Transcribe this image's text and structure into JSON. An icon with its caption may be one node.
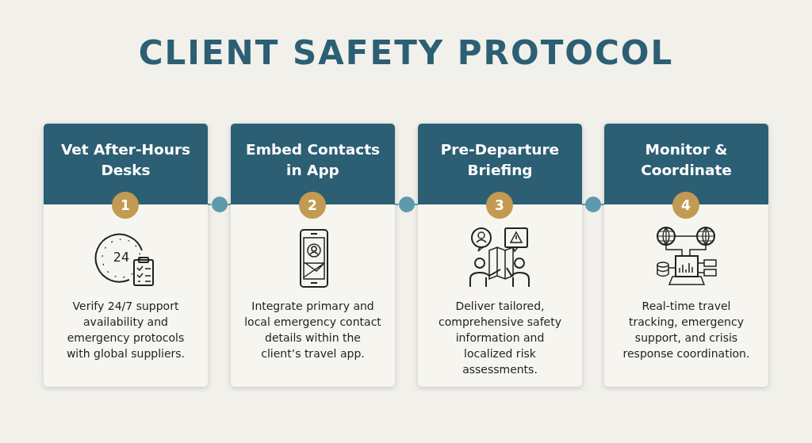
{
  "diagram": {
    "title": "CLIENT SAFETY PROTOCOL",
    "nodes": [
      {
        "text": [
          "Vet After-Hours Desks",
          "Verify 24/7 support availability and emergency protocols with global suppliers."
        ]
      },
      {
        "text": [
          "1"
        ],
        "in": 0
      },
      {
        "text": [],
        "shape": "circle"
      },
      {
        "text": [
          "Embed Contacts in App",
          "Integrate primary and local emergency contact details within the client’s travel app."
        ]
      },
      {
        "text": [
          "2"
        ],
        "in": 3
      },
      {
        "text": [],
        "shape": "circle"
      },
      {
        "text": [
          "Pre-Departure Briefing",
          "Deliver tailored, comprehensive safety information and localized risk assessments."
        ]
      },
      {
        "text": [
          "3"
        ],
        "in": 6
      },
      {
        "text": [],
        "shape": "circle"
      },
      {
        "text": [
          "Monitor & Coordinate",
          "Real-time travel tracking, emergency support, and crisis response coordination."
        ]
      },
      {
        "text": [
          "4"
        ],
        "in": 9
      }
    ],
    "edges": [
      {
        "from": 0,
        "to": 2,
        "arrow": "none"
      },
      {
        "from": 2,
        "to": 3,
        "arrow": "none"
      },
      {
        "from": 3,
        "to": 5,
        "arrow": "none"
      },
      {
        "from": 5,
        "to": 6,
        "arrow": "none"
      },
      {
        "from": 6,
        "to": 8,
        "arrow": "none"
      },
      {
        "from": 8,
        "to": 9,
        "arrow": "none"
      }
    ],
    "labels": [
      "24"
    ]
  }
}
